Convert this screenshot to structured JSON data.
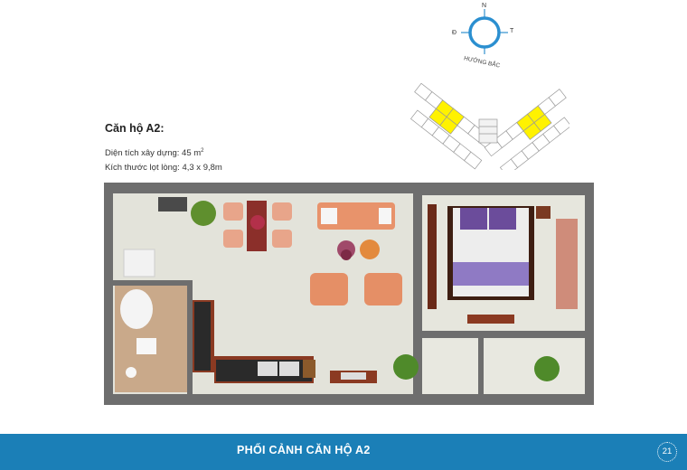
{
  "compass": {
    "north": "N",
    "east": "Đ",
    "west": "T",
    "label": "HƯỚNG BẮC"
  },
  "apartment": {
    "title": "Căn hộ A2:",
    "area_label": "Diện tích xây dựng: 45 m",
    "area_sup": "2",
    "dims_label": "Kích thước lọt lòng: 4,3 x 9,8m"
  },
  "site_plan": {
    "highlight_color": "#fff200",
    "unit_color": "#ffffff"
  },
  "colors": {
    "footer": "#1b7fb7",
    "wall": "#6e6e6e",
    "floor": "#dcdcd2",
    "sofa": "#e8936b",
    "bed_purple": "#7b5ca8"
  },
  "footer": {
    "title": "PHỐI CẢNH CĂN HỘ A2",
    "page_number": "21"
  }
}
